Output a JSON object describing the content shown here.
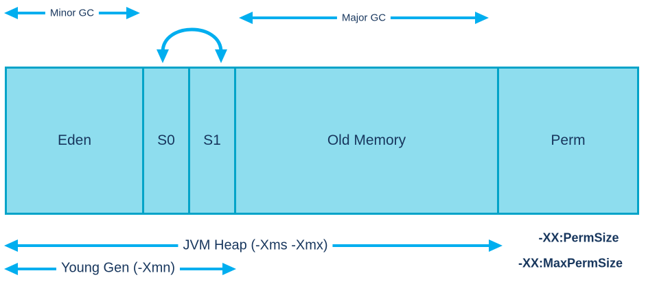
{
  "diagram": {
    "colors": {
      "arrow": "#00AEEF",
      "box_fill": "#8EDDEE",
      "box_border": "#00A3C8",
      "text": "#17365D"
    },
    "labels": {
      "minor_gc": "Minor GC",
      "major_gc": "Major GC",
      "jvm_heap": "JVM Heap (-Xms -Xmx)",
      "young_gen": "Young Gen (-Xmn)",
      "perm_size": "-XX:PermSize",
      "max_perm_size": "-XX:MaxPermSize"
    },
    "segments": [
      {
        "label": "Eden"
      },
      {
        "label": "S0"
      },
      {
        "label": "S1"
      },
      {
        "label": "Old Memory"
      },
      {
        "label": "Perm"
      }
    ]
  }
}
